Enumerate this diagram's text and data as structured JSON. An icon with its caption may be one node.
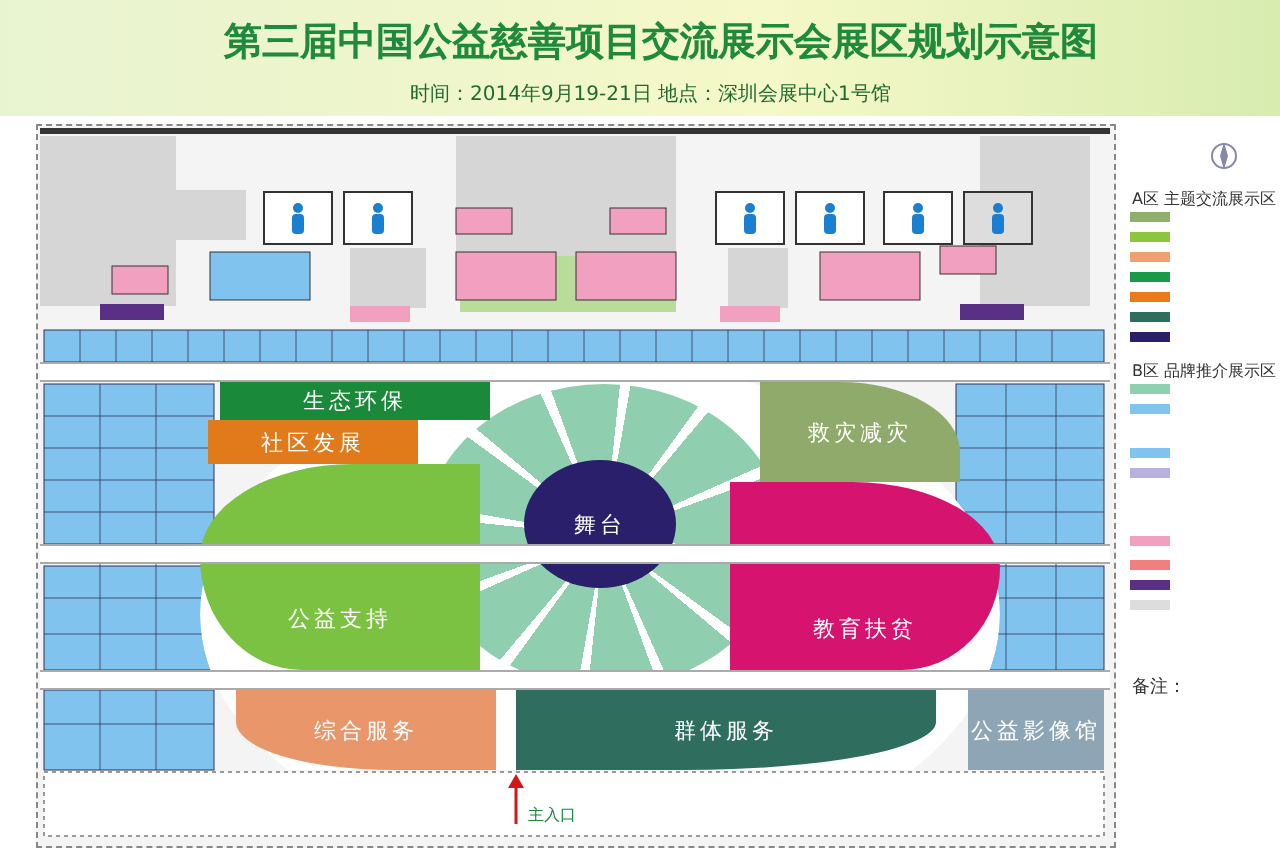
{
  "diagram": {
    "title": "第三届中国公益慈善项目交流展示会展区规划示意图",
    "nodes": [
      {
        "text": [
          "生态环保"
        ]
      },
      {
        "text": [
          "社区发展"
        ]
      },
      {
        "text": [
          "公益支持"
        ]
      },
      {
        "text": [
          "救灾减灾"
        ]
      },
      {
        "text": [
          "教育扶贫"
        ]
      },
      {
        "text": [
          "舞台"
        ]
      },
      {
        "text": [
          "综合服务"
        ]
      },
      {
        "text": [
          "群体服务"
        ]
      },
      {
        "text": [
          "公益影像馆"
        ]
      }
    ],
    "labels": [
      "时间：2014年9月19-21日  地点：深圳会展中心1号馆",
      "A区 主题交流展示区",
      "B区 品牌推介展示区",
      "主入口",
      "备注："
    ]
  }
}
